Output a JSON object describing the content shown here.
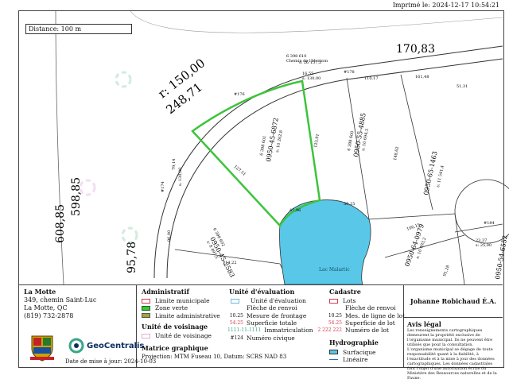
{
  "printed": "Imprimé le: 2024-12-17 10:54:21",
  "distance_label": "Distance: 100 m",
  "map_labels": {
    "road": "Chemin de l'Horizon",
    "lake": "Lac Malartic",
    "big": [
      "170,83",
      "r: 150,00",
      "248,71",
      "598,85",
      "608,85",
      "95,78"
    ],
    "lot_main": "0950-45-6872",
    "lot_main_area": "6 398 601",
    "lot_main_sub": "s: 10 262,8",
    "lot_right": "0950-55-4885",
    "lot_right_area": "6 398 600",
    "lot_right_sub": "s: 10 694,3",
    "lot_left": "0950-45-2583",
    "lot_left_area": "6 398 602",
    "lot_left_sub": "s: 8 497,5",
    "lot_far_right": "0950-65-1463",
    "lot_far_right_sub": "s: 11 541,4",
    "lot_bottom_right": "0950-64-0979",
    "lot_bottom_right_sub": "s: 10 493,2",
    "lot_edge": "0950-54-6552",
    "top_lot_id": "6 398 610",
    "top_lot_sub": "s: 26 157,5",
    "civics": [
      "#176",
      "#178",
      "#174",
      "#184"
    ],
    "measures": [
      "16,55",
      "s: 130,00",
      "110,17",
      "161,48",
      "51,31",
      "123,91",
      "127,51",
      "47,96",
      "50,15",
      "79,14",
      "s: 130,00",
      "96,00",
      "114,22",
      "148,62",
      "106,15",
      "23,37",
      "s: 25,00",
      "91,28"
    ]
  },
  "legend": {
    "town": {
      "name": "La Motte",
      "address1": "349, chemin Saint-Luc",
      "address2": "La Motte, QC",
      "phone": "(819) 732-2878"
    },
    "logo": "GeoCentralis",
    "update": "Date de mise à jour: 2024-10-03",
    "admin_title": "Administratif",
    "admin_items": [
      "Limite municipale",
      "Zone verte",
      "Limite administrative"
    ],
    "voisinage_title": "Unité de voisinage",
    "voisinage_item": "Unité de voisinage",
    "matrice_title": "Matrice graphique",
    "projection": "Projection: MTM Fuseau 10, Datum: SCRS NAD 83",
    "eval_title": "Unité d'évaluation",
    "eval_items": [
      {
        "num": "",
        "label": "Unité d'évaluation"
      },
      {
        "num": "",
        "label": "Flèche de renvoi"
      },
      {
        "num": "10.25",
        "label": "Mesure de frontage"
      },
      {
        "num": "54.25",
        "label": "Superficie totale"
      },
      {
        "num": "1111-11-1111",
        "label": "Immatriculation"
      },
      {
        "num": "#124",
        "label": "Numéro civique"
      }
    ],
    "cadastre_title": "Cadastre",
    "cadastre_items": [
      {
        "num": "",
        "label": "Lots"
      },
      {
        "num": "",
        "label": "Flèche de renvoi"
      },
      {
        "num": "10.25",
        "label": "Mes. de ligne de lot"
      },
      {
        "num": "54.25",
        "label": "Superficie de lot"
      },
      {
        "num": "2 222 222",
        "label": "Numéro de lot"
      }
    ],
    "hydro_title": "Hydrographie",
    "hydro_items": [
      "Surfacique",
      "Linéaire"
    ],
    "surveyor": "Johanne Robichaud É.A.",
    "avis_title": "Avis légal",
    "avis_text": "Les renseignements cartographiques demeurent la propriété exclusive de l'organisme municipal. Ils ne peuvent être utilisés que pour la consultation. L'organisme municipal se dégage de toute responsabilité quant à la fiabilité, à l'exactitude et à la mise à jour des données cartographiques. Les données cadastrales font l'objet d'une autorisation écrite du Ministère des Ressources naturelles et de la Faune."
  },
  "colors": {
    "green": "#3cc43c",
    "lake": "#59c7e8",
    "red": "#d33c52",
    "olive": "#a3a040",
    "pink": "#e2a9d6",
    "cyan": "#6fb8de"
  }
}
